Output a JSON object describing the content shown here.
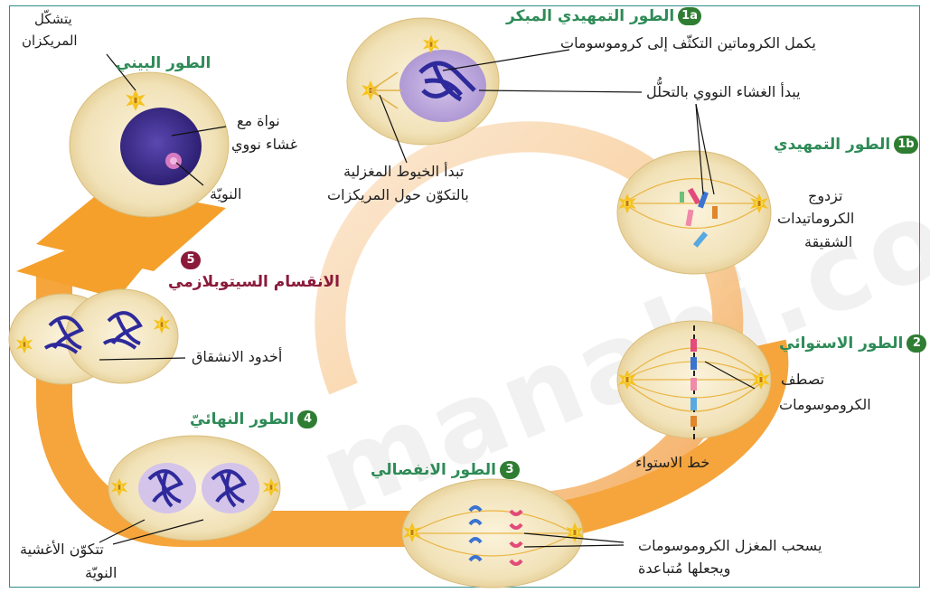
{
  "watermark": "manahj.com",
  "colors": {
    "frame": "#2f8f8b",
    "arrow": "#f4a02b",
    "title_green": "#2e8b57",
    "title_red": "#8b1a3a",
    "cell": "#f1e2b8",
    "nucleus": "#3b2a8c",
    "centrosome": "#f6c21c"
  },
  "stages": {
    "interphase": {
      "title": "الطور البيني",
      "label_centrosome_line1": "يتشكّل",
      "label_centrosome_line2": "المريكزان",
      "label_nucleus_line1": "نواة مع",
      "label_nucleus_line2": "غشاء نووي",
      "label_nucleolus": "النويّة"
    },
    "early_prophase": {
      "badge": "1a",
      "title": "الطور التمهيدي المبكر",
      "label_condense": "يكمل الكروماتين التكثّف إلى كروموسومات",
      "label_membrane": "يبدأ الغشاء النووي بالتحلُّل",
      "label_spindle_line1": "تبدأ الخيوط المغزلية",
      "label_spindle_line2": "بالتكوّن حول المريكزات"
    },
    "prophase": {
      "badge": "1b",
      "title": "الطور التمهيدي",
      "label_line1": "تزدوج",
      "label_line2": "الكروماتيدات",
      "label_line3": "الشقيقة"
    },
    "metaphase": {
      "badge": "2",
      "title": "الطور الاستوائي",
      "label_line1": "تصطف",
      "label_line2": "الكروموسومات",
      "label_equator": "خط الاستواء"
    },
    "anaphase": {
      "badge": "3",
      "title": "الطور الانفصالي",
      "label_line1": "يسحب المغزل الكروموسومات",
      "label_line2": "ويجعلها مُتباعدة"
    },
    "telophase": {
      "badge": "4",
      "title": "الطور النهائيّ",
      "label_line1": "تتكوّن الأغشية",
      "label_line2": "النويّة"
    },
    "cytokinesis": {
      "badge": "5",
      "title": "الانقسام السيتوبلازمي",
      "label_furrow": "أخدود الانشقاق"
    }
  }
}
